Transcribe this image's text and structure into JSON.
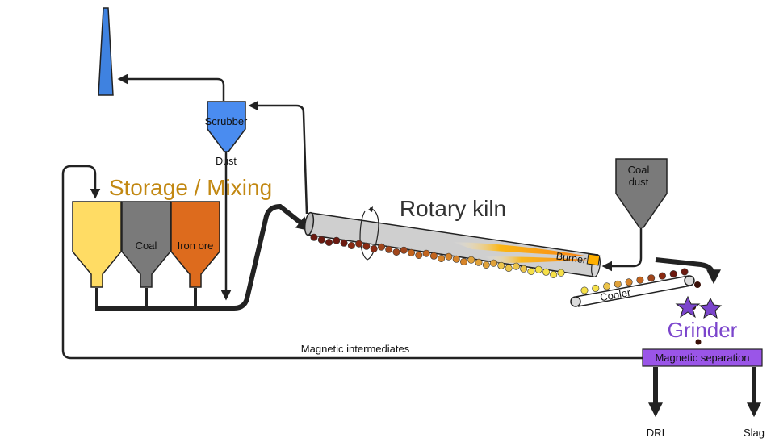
{
  "title": "",
  "labels": {
    "storage_mixing": "Storage / Mixing",
    "coal": "Coal",
    "iron_ore": "Iron ore",
    "scrubber": "Scrubber",
    "dust": "Dust",
    "rotary_kiln": "Rotary kiln",
    "burner": "Burner",
    "coal_dust": [
      "Coal",
      "dust"
    ],
    "cooler": "Cooler",
    "grinder": "Grinder",
    "magnetic_separation": "Magnetic separation",
    "magnetic_intermediates": "Magnetic intermediates",
    "dri": "DRI",
    "slag": "Slag"
  },
  "colors": {
    "line": "#222222",
    "chimney": "#3f82e0",
    "scrubber": "#4a8cf0",
    "silo_yellow": "#ffdc64",
    "silo_coal": "#7a7a7a",
    "silo_ore": "#dd6b1d",
    "storage_text": "#c28812",
    "grinder": "#7b45cc",
    "magsep": "#9a55e8",
    "kiln": "#cfcfcf",
    "flame": "#ff9a00"
  }
}
